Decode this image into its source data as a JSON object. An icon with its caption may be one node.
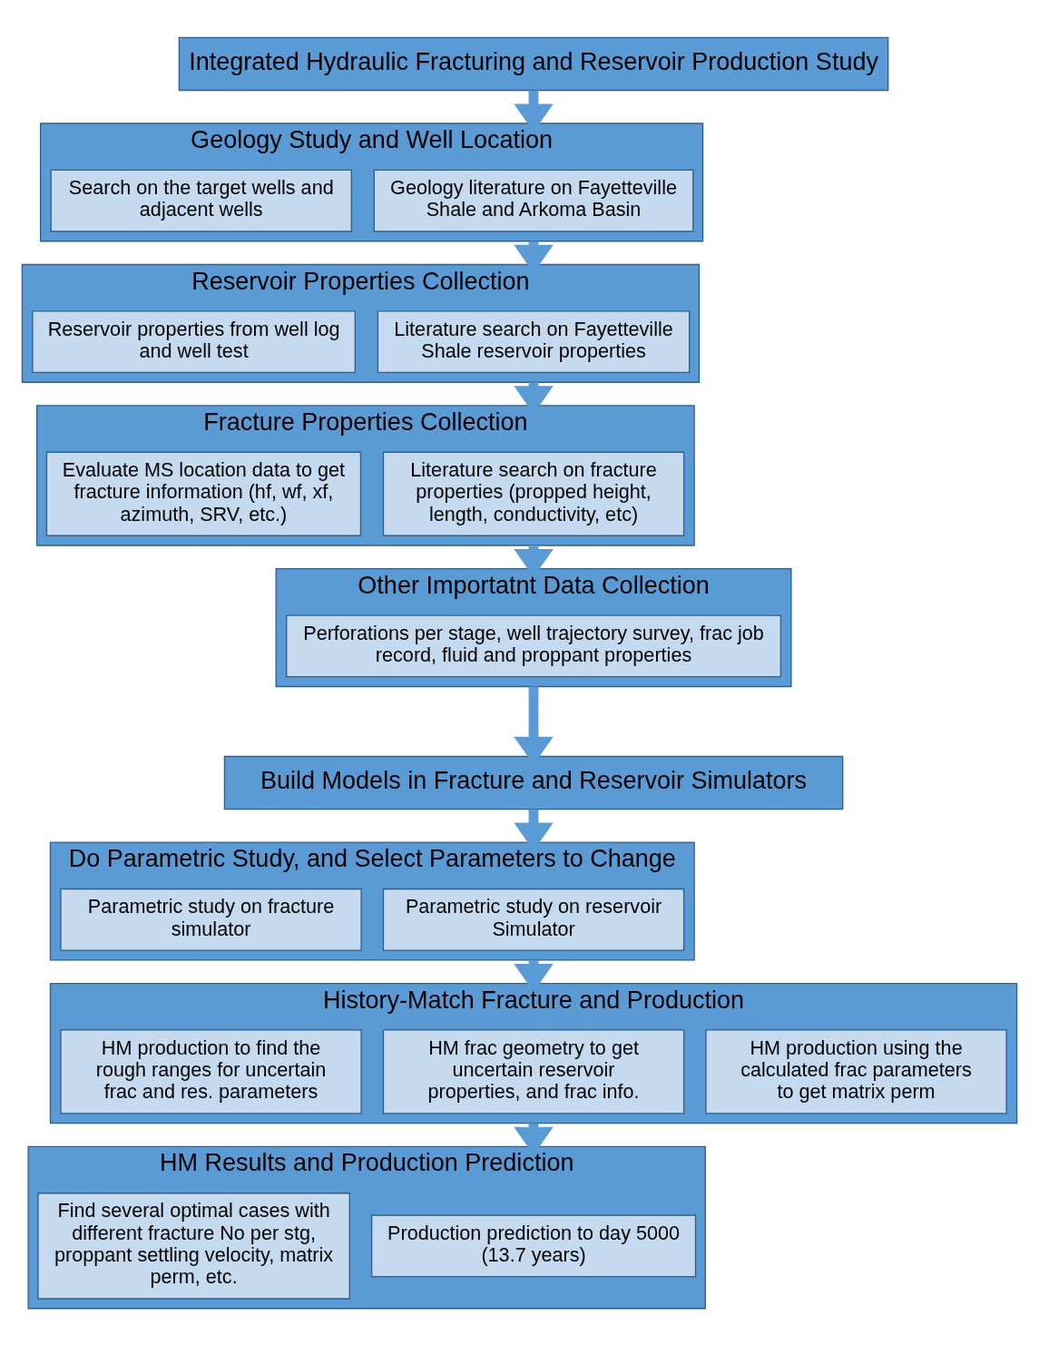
{
  "diagram": {
    "nodes": [
      {
        "text": [
          "Integrated Hydraulic Fracturing and Reservoir Production Study"
        ]
      },
      {
        "text": [
          "Geology Study and Well Location"
        ]
      },
      {
        "text": [
          "Search on the target wells and adjacent wells"
        ],
        "in": 1
      },
      {
        "text": [
          "Geology literature on Fayetteville Shale and Arkoma Basin"
        ],
        "in": 1
      },
      {
        "text": [
          "Reservoir Properties Collection"
        ]
      },
      {
        "text": [
          "Reservoir properties from well log and well test"
        ],
        "in": 4
      },
      {
        "text": [
          "Literature search on Fayetteville Shale reservoir properties"
        ],
        "in": 4
      },
      {
        "text": [
          "Fracture Properties Collection"
        ]
      },
      {
        "text": [
          "Evaluate MS location data to get fracture information (hf, wf, xf, azimuth, SRV, etc.)"
        ],
        "in": 7
      },
      {
        "text": [
          "Literature search on fracture properties (propped height, length, conductivity, etc)"
        ],
        "in": 7
      },
      {
        "text": [
          "Other Importatnt Data Collection"
        ]
      },
      {
        "text": [
          "Perforations per stage, well trajectory survey, frac job record, fluid and proppant properties"
        ],
        "in": 10
      },
      {
        "text": [
          "Build Models in Fracture and Reservoir Simulators"
        ]
      },
      {
        "text": [
          "Do Parametric Study, and Select Parameters to Change"
        ]
      },
      {
        "text": [
          "Parametric study on fracture simulator"
        ],
        "in": 13
      },
      {
        "text": [
          "Parametric study on reservoir Simulator"
        ],
        "in": 13
      },
      {
        "text": [
          "History-Match Fracture and Production"
        ]
      },
      {
        "text": [
          "HM production to find the rough ranges for uncertain frac and res. parameters"
        ],
        "in": 16
      },
      {
        "text": [
          "HM frac geometry to get uncertain reservoir properties, and frac info."
        ],
        "in": 16
      },
      {
        "text": [
          "HM production using the calculated frac parameters to get matrix perm"
        ],
        "in": 16
      },
      {
        "text": [
          "HM Results and Production Prediction"
        ]
      },
      {
        "text": [
          "Find several optimal cases with different fracture No per stg, proppant settling velocity, matrix perm, etc."
        ],
        "in": 20
      },
      {
        "text": [
          "Production prediction to day 5000 (13.7 years)"
        ],
        "in": 20
      }
    ],
    "edges": [
      {
        "from": 0,
        "to": 1,
        "arrow": "to"
      },
      {
        "from": 1,
        "to": 4,
        "arrow": "to"
      },
      {
        "from": 4,
        "to": 7,
        "arrow": "to"
      },
      {
        "from": 7,
        "to": 10,
        "arrow": "to"
      },
      {
        "from": 10,
        "to": 12,
        "arrow": "to"
      },
      {
        "from": 12,
        "to": 13,
        "arrow": "to"
      },
      {
        "from": 13,
        "to": 16,
        "arrow": "to"
      },
      {
        "from": 16,
        "to": 20,
        "arrow": "to"
      }
    ]
  }
}
